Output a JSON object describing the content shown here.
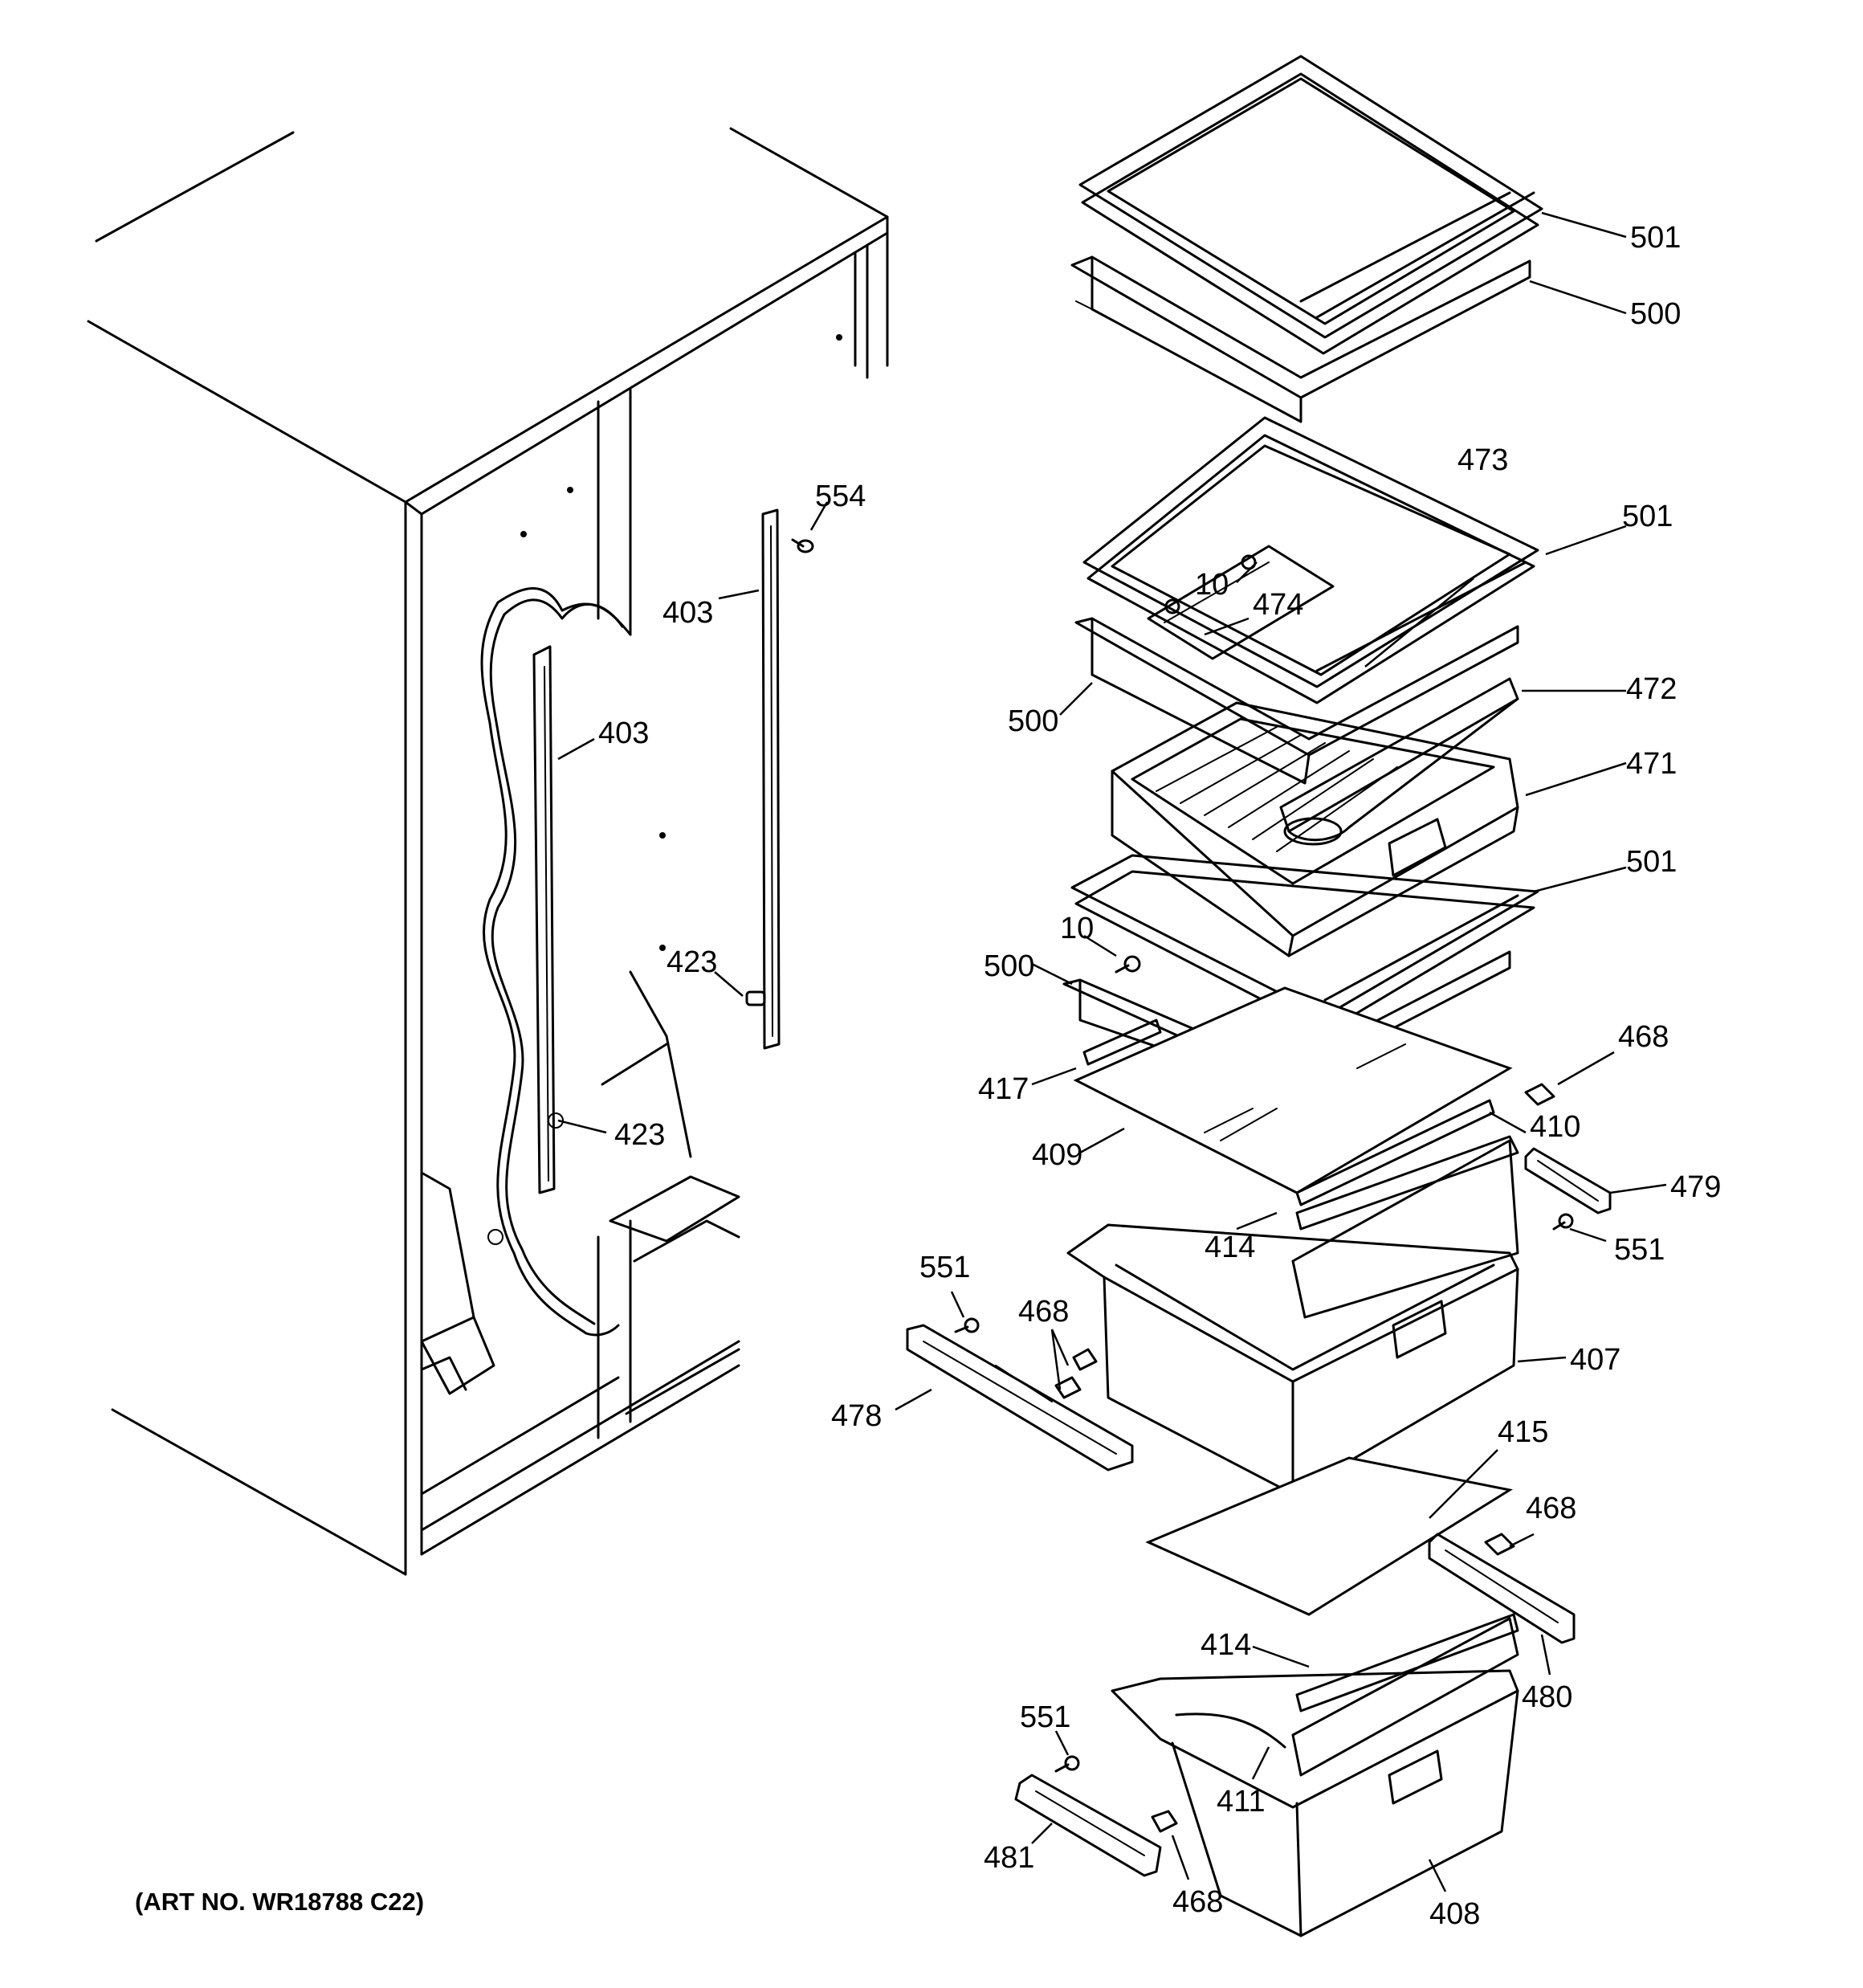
{
  "art_number": "(ART NO. WR18788 C22)",
  "callouts": {
    "c501a": "501",
    "c500a": "500",
    "c473": "473",
    "c501b": "501",
    "c554": "554",
    "c403a": "403",
    "c10a": "10",
    "c474": "474",
    "c500b": "500",
    "c472": "472",
    "c403b": "403",
    "c471": "471",
    "c501c": "501",
    "c10b": "10",
    "c500c": "500",
    "c423a": "423",
    "c468a": "468",
    "c417": "417",
    "c423b": "423",
    "c409": "409",
    "c410": "410",
    "c479": "479",
    "c414a": "414",
    "c551a": "551",
    "c551b": "551",
    "c468b": "468",
    "c407": "407",
    "c478": "478",
    "c415": "415",
    "c468c": "468",
    "c414b": "414",
    "c480": "480",
    "c551c": "551",
    "c411": "411",
    "c481": "481",
    "c468d": "468",
    "c408": "408"
  }
}
